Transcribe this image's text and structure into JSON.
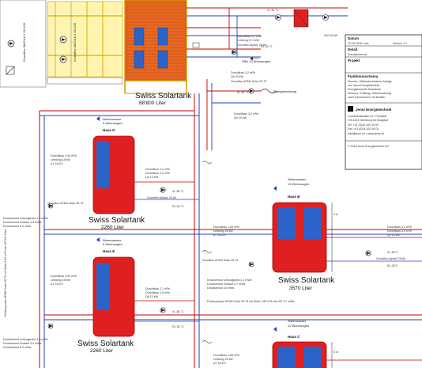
{
  "tanks": {
    "main": {
      "name": "Swiss Solartank",
      "volume": "88'800 Liter"
    },
    "d": {
      "label": "Haus D",
      "ww_title": "Warmwasser",
      "ww_units": "5 Wohnungen",
      "name": "Swiss Solartank",
      "volume": "2260 Liter"
    },
    "e": {
      "label": "Haus E",
      "ww_title": "Warmwasser",
      "ww_units": "5 Wohnungen",
      "name": "Swiss Solartank",
      "volume": "2260 Liter"
    },
    "b": {
      "label": "Haus B",
      "ww_title": "Warmwasser",
      "ww_units": "13 Wohnungen",
      "name": "Swiss Solartank",
      "volume": "3570 Liter"
    },
    "c": {
      "label": "Haus C",
      "ww_title": "Warmwasser",
      "ww_units": "12 Wohnungen"
    }
  },
  "circuits": {
    "fbh_label": "FBH 13 Wohnungen",
    "fbh_flow": "Durchfluss 1,7 m³/h",
    "fbh_power": "Leistung 47,3 kW",
    "ramp_label": "Rampenheizung",
    "ramp_pump": "Grundfos UPM3 Solar 25-75",
    "ramp_flow": "Durchfluss 3,2 m³/h",
    "ramp_q": "Qh 23 kW",
    "pump_top1": "Grundfos MAGNA 1 50-100",
    "pump_top2": "Grundfos MAGNA 1 50-100",
    "alpha": "Grundfos Alpha2 25-60",
    "vl_30": "VL 30 °C",
    "rl_28": "RL 28 °C",
    "vl_38": "VL 38 °C",
    "vl_40": "VL 40 °C",
    "flow_d": "Durchfluss 0,93 m³/h",
    "power_d": "Leistung 18 kW",
    "dt_d": "ΔT 16,6 K",
    "pump_d": "Grundfos UPM3 Solar 25-75",
    "press_d1": "Druckverlust Leitungsnetz 1,0 mWs",
    "press_d2": "Druckverlust Drossel 4,3 mWs",
    "press_d3": "Druckverlust 8,3 mWs",
    "flow_d2": "Durchfluss 2,1 m³/h",
    "flow_d3": "Durchfluss 2,5 m³/h",
    "q_13": "Qh 13 kW",
    "flow_b": "Durchfluss 1,65 m³/h",
    "power_b": "Leistung 33 kW",
    "dt_b": "ΔT 16,8 K",
    "pump_b": "Grundfos UPM3 Solar 25-75",
    "flow_b2": "Durchfluss 3,2 m³/h",
    "flow_b3": "Durchfluss 3,0 m³/h",
    "q_23": "Qh 23 kW",
    "vl_35": "VL 35°C",
    "rl_28b": "RL 28°C",
    "press_b1": "Druckverlust Leitungsnetz 2,1 mWs",
    "press_b2": "Druckverlust Drossel 5,7 mWs",
    "press_b3": "Druckverlust 10 mWs",
    "pump_note": "Förderpumpe UPM3 Solar 25-75 mit Stufe 1,65 m³/h bei ΔP 3,7 mWs",
    "flow_e": "Durchfluss 0,93 m³/h",
    "power_e": "Leistung 18 kW",
    "dt_e": "ΔT 16,6 K",
    "press_e1": "Druckverlust Leitungsnetz 2,3 mWs",
    "press_e2": "Druckverlust Drossel 3,0 mWs",
    "press_e3": "Druckverlust 8,3 mWs",
    "flow_c": "Durchfluss 1,65 m³/h",
    "power_c": "Leistung 33 kW",
    "dt_c": "ΔT 16,8 K",
    "left_note": "Förderpumpe UPM3 Solar 25-75 mit Stufe 0,93 m³/h bei ΔP 5,8 mWs",
    "dim": "5 m",
    "gm": "GM 40 kW"
  },
  "titleblock": {
    "datum_label": "Datum",
    "datum": "25.10.2018 / mw",
    "version": "Version 1.2",
    "detail_label": "Detail",
    "detail": "Prinzipschema",
    "projekt_label": "Projekt",
    "projekt": "",
    "funktion_label": "Funktionsschema",
    "funktion_lines": [
      "Sonnen- Wärmetechnische-Anlage",
      "von Jenni Energietechnik,",
      "Energietechnik/ Kreisläufe",
      "Schema, Kühlung, Wärmenutzung",
      "nach Fachnormen mit Medien"
    ],
    "company": "Jenni Energietechnik",
    "addr1": "Lochbachstrasse 22 • Postfach",
    "addr2": "CH-3414 Oberburg bei Burgdorf",
    "tel": "Tel. +41 (0)34 420 30 00",
    "fax": "Fax +41 (0)34 420 30 01",
    "web": "info@jenni.ch • www.jenni.ch",
    "copyright": "© 2018 Jenni Energietechnik AG"
  }
}
